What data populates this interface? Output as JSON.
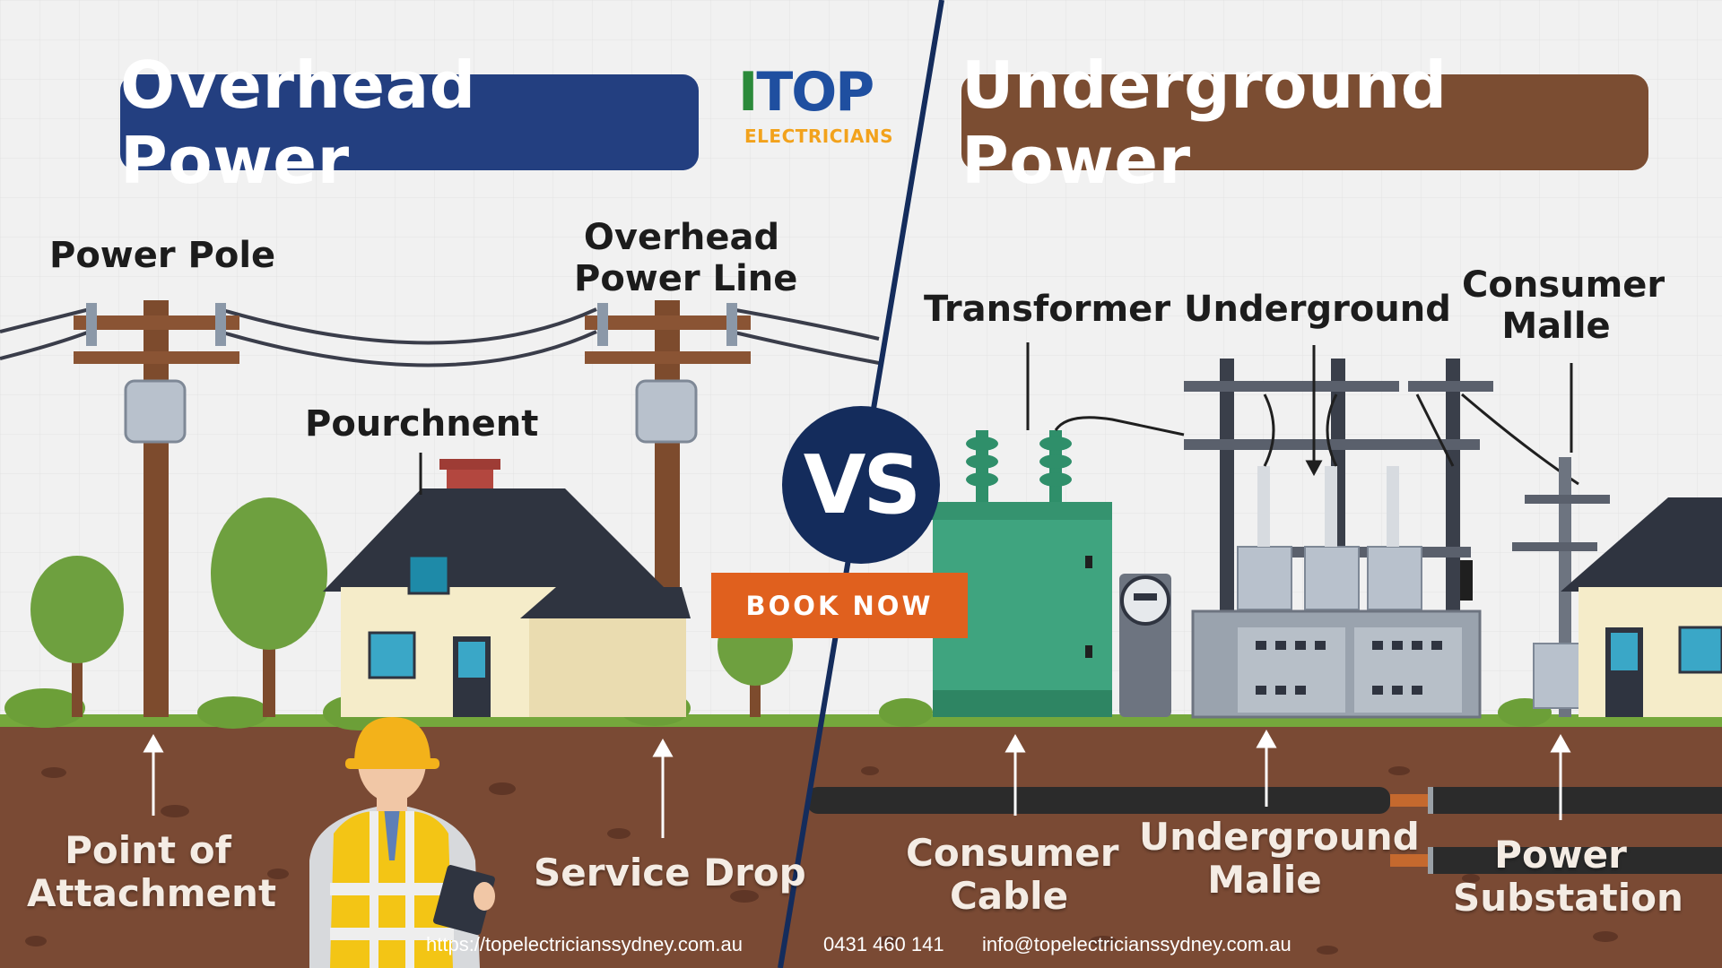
{
  "left_title": "Overhead Power",
  "right_title": "Underground Power",
  "vs": "VS",
  "book_button": "BOOK NOW",
  "logo": {
    "text_main": "TOP",
    "text_sub": "ELECTRICIANS"
  },
  "labels": {
    "power_pole": "Power Pole",
    "overhead_line_1": "Overhead",
    "overhead_line_2": "Power Line",
    "pourchnent": "Pourchnent",
    "point_1": "Point of",
    "point_2": "Attachment",
    "service_drop": "Service Drop",
    "transformer": "Transformer",
    "underground": "Underground",
    "consumer_malle_1": "Consumer",
    "consumer_malle_2": "Malle",
    "consumer_cable_1": "Consumer",
    "consumer_cable_2": "Cable",
    "underground_malie_1": "Underground",
    "underground_malie_2": "Malie",
    "power_sub_1": "Power",
    "power_sub_2": "Substation"
  },
  "footer": {
    "url": "https://topelectricianssydney.com.au",
    "phone": "0431 460 141",
    "email": "info@topelectricianssydney.com.au"
  },
  "colors": {
    "left_banner": "#233f80",
    "right_banner": "#7b4d32",
    "vs_circle": "#142c5c",
    "book_button": "#e0601e",
    "soil": "#7a4a34",
    "grass": "#75a83c"
  }
}
